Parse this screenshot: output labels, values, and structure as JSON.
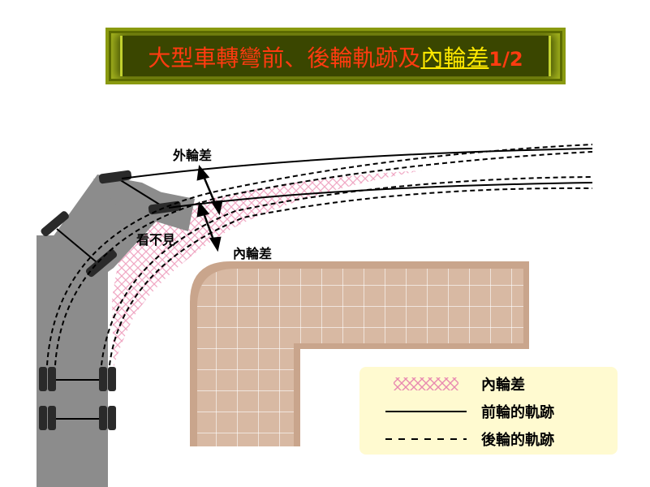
{
  "title": {
    "main": "大型車轉彎前、後輪軌跡及",
    "underlined": "內輪差",
    "page": "1/2"
  },
  "labels": {
    "outer_diff": "外輪差",
    "blind": "看不見",
    "inner_diff": "內輪差"
  },
  "legend": {
    "items": [
      {
        "symbol": "pink-crosshatch",
        "label": "內輪差"
      },
      {
        "symbol": "solid-line",
        "label": "前輪的軌跡"
      },
      {
        "symbol": "dashed-line",
        "label": "後輪的軌跡"
      }
    ]
  },
  "colors": {
    "banner_bg": "#3d4a00",
    "title_red": "#ff3b10",
    "title_yellow": "#ffe900",
    "truck_gray": "#8c8c8c",
    "building": "#d8b9a3",
    "hatch_pink": "#f0a8c4",
    "legend_bg": "#fffad0"
  }
}
